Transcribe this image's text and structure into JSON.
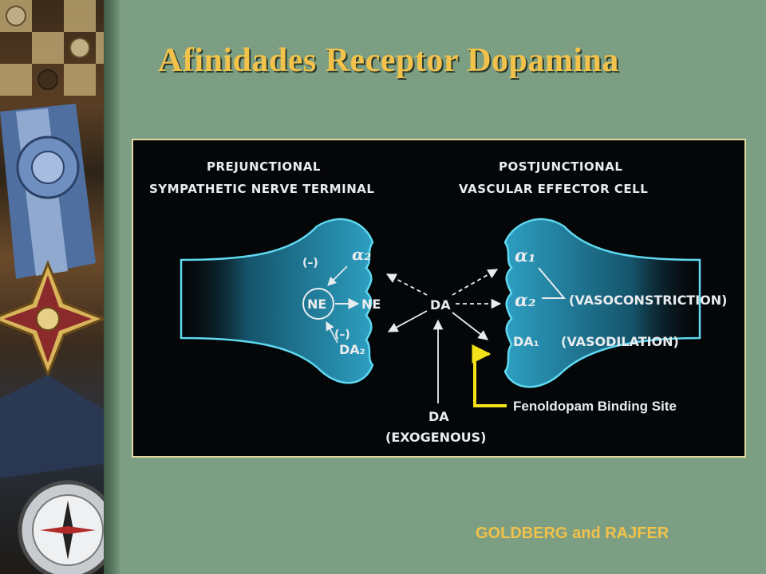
{
  "slide": {
    "title": "Afinidades Receptor Dopamina",
    "credit": "GOLDBERG and RAJFER"
  },
  "diagram": {
    "prejunctional_line1": "PREJUNCTIONAL",
    "prejunctional_line2": "SYMPATHETIC NERVE TERMINAL",
    "postjunctional_line1": "POSTJUNCTIONAL",
    "postjunctional_line2": "VASCULAR EFFECTOR CELL",
    "ne_vesicle": "NE",
    "ne_release": "NE",
    "inhibit_top": "(–)",
    "inhibit_bottom": "(–)",
    "alpha2_pre": "α₂",
    "da2_pre": "DA₂",
    "da_center": "DA",
    "alpha1_post": "α₁",
    "alpha2_post": "α₂",
    "da1_post": "DA₁",
    "vasoconstriction": "(VASOCONSTRICTION)",
    "vasodilation": "(VASODILATION)",
    "exogenous_da": "DA",
    "exogenous_label": "(EXOGENOUS)",
    "binding_site_label": "Fenoldopam Binding Site",
    "colors": {
      "membrane": "#1f7fa0",
      "membrane_edge": "#5fd8f0",
      "highlight": "#f2e21a",
      "text": "#e9ecef"
    }
  }
}
